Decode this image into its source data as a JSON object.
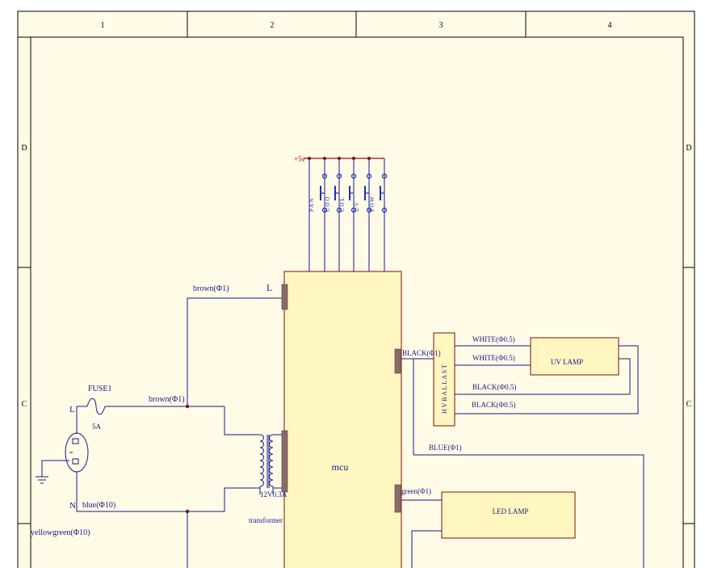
{
  "frame": {
    "columns": [
      "1",
      "2",
      "3",
      "4"
    ],
    "row_left_top": "D",
    "row_right_top": "D",
    "row_left_mid": "C",
    "row_right_mid": "C"
  },
  "components": {
    "mcu": "mcu",
    "uv_lamp": "UV LAMP",
    "led_lamp": "LED LAMP",
    "ballast": "H V B A L L A S T",
    "transformer": "transformer",
    "transformer_rating": "12V0.3A",
    "fuse": "FUSE1",
    "fuse_rating": "5A",
    "vcc": "+5v"
  },
  "switches": [
    "P A N",
    "C O O",
    "C O L",
    "U V",
    "P O W"
  ],
  "terminals": {
    "L_top": "L",
    "L_plug": "L",
    "N_plug": "N"
  },
  "wires": {
    "brown_top": "brown(Φ1)",
    "brown_mid": "brown(Φ1)",
    "blue": "blue(Φ10)",
    "yellowgreen": "yellowgreen(Φ10)",
    "black_mcu": "BLACK(Φ1)",
    "white1": "WHITE(Φ0.5)",
    "white2": "WHITE(Φ0.5)",
    "black1": "BLACK(Φ0.5)",
    "black2": "BLACK(Φ0.5)",
    "blue_ballast": "BLUE(Φ1)",
    "green": "green(Φ1)"
  },
  "colors": {
    "wire": "#1a1a8c",
    "frame": "#000000",
    "fill": "#fffbe6",
    "component_fill": "#fff6c0",
    "connector": "#8a6b6b",
    "node": "#7a1010",
    "switch": "#2030c0",
    "vcc": "#a01010"
  }
}
